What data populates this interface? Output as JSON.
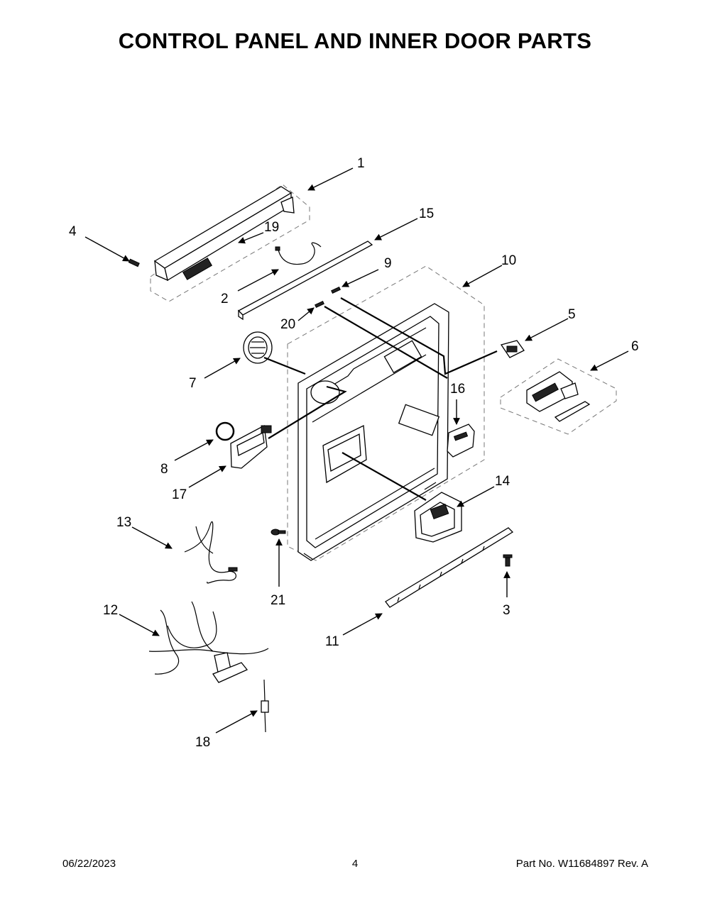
{
  "page": {
    "title": "CONTROL PANEL AND INNER DOOR PARTS",
    "footer": {
      "date": "06/22/2023",
      "page_number": "4",
      "part_number": "Part No.  W11684897  Rev.  A"
    }
  },
  "callouts": [
    "1",
    "2",
    "3",
    "4",
    "5",
    "6",
    "7",
    "8",
    "9",
    "10",
    "11",
    "12",
    "13",
    "14",
    "15",
    "16",
    "17",
    "18",
    "19",
    "20",
    "21"
  ]
}
